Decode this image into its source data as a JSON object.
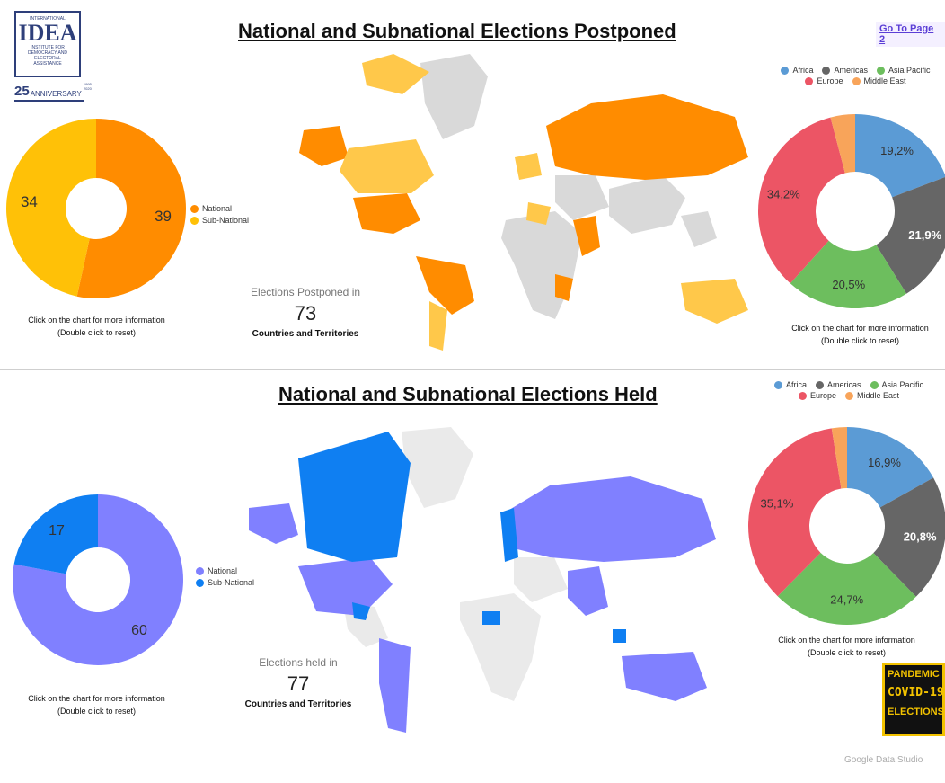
{
  "header": {
    "logo_lines": [
      "INTERNATIONAL",
      "IDEA",
      "INSTITUTE FOR",
      "DEMOCRACY AND",
      "ELECTORAL",
      "ASSISTANCE"
    ],
    "anniversary_number": "25",
    "anniversary_text": "ANNIVERSARY",
    "anniversary_years": "1995-2020",
    "nav_link": "Go To Page 2"
  },
  "postponed": {
    "title": "National and Subnational Elections Postponed",
    "stat_label": "Elections Postponed in",
    "stat_value": "73",
    "stat_sub": "Countries and Territories",
    "caption_line1": "Click on the chart for more information",
    "caption_line2": "(Double click to reset)",
    "caption2_line1": "Click on the chart for more information",
    "caption2_line2": "(Double click to reset)"
  },
  "held": {
    "title": "National and Subnational Elections Held",
    "stat_label": "Elections held in",
    "stat_value": "77",
    "stat_sub": "Countries and Territories",
    "caption_line1": "Click on the chart for more information",
    "caption_line2": "(Double click to reset)",
    "caption2_line1": "Click on the chart for more information",
    "caption2_line2": "(Double click to reset)"
  },
  "badge": {
    "lines": [
      "PANDEMIC",
      "COVID-19",
      "ELECTIONS"
    ]
  },
  "footer": {
    "brand": "Google Data Studio"
  },
  "colors": {
    "national_postponed": "#FF8C00",
    "subnational_postponed": "#FFC107",
    "national_held": "#8080FF",
    "subnational_held": "#0F7FF2",
    "africa": "#5B9BD5",
    "americas": "#666666",
    "asia_pacific": "#6DBE5E",
    "europe": "#EC5565",
    "middle_east": "#F8A45A",
    "land_gray": "#d9d9d9"
  },
  "chart_data": [
    {
      "type": "pie",
      "id": "postponed-type",
      "categories": [
        "National",
        "Sub-National"
      ],
      "values": [
        39,
        34
      ],
      "labels": [
        "39",
        "34"
      ],
      "colors": [
        "#FF8C00",
        "#FFC107"
      ],
      "donut": true,
      "legend": "right"
    },
    {
      "type": "pie",
      "id": "postponed-region",
      "categories": [
        "Africa",
        "Americas",
        "Asia Pacific",
        "Europe",
        "Middle East"
      ],
      "values": [
        19.2,
        21.9,
        20.5,
        34.2,
        4.1
      ],
      "labels": [
        "19,2%",
        "21,9%",
        "20,5%",
        "34,2%",
        ""
      ],
      "colors": [
        "#5B9BD5",
        "#666666",
        "#6DBE5E",
        "#EC5565",
        "#F8A45A"
      ],
      "donut": true,
      "legend": "top"
    },
    {
      "type": "pie",
      "id": "held-type",
      "categories": [
        "National",
        "Sub-National"
      ],
      "values": [
        60,
        17
      ],
      "labels": [
        "60",
        "17"
      ],
      "colors": [
        "#8080FF",
        "#0F7FF2"
      ],
      "donut": true,
      "legend": "right"
    },
    {
      "type": "pie",
      "id": "held-region",
      "categories": [
        "Africa",
        "Americas",
        "Asia Pacific",
        "Europe",
        "Middle East"
      ],
      "values": [
        16.9,
        20.8,
        24.7,
        35.1,
        2.5
      ],
      "labels": [
        "16,9%",
        "20,8%",
        "24,7%",
        "35,1%",
        ""
      ],
      "colors": [
        "#5B9BD5",
        "#666666",
        "#6DBE5E",
        "#EC5565",
        "#F8A45A"
      ],
      "donut": true,
      "legend": "top"
    }
  ]
}
